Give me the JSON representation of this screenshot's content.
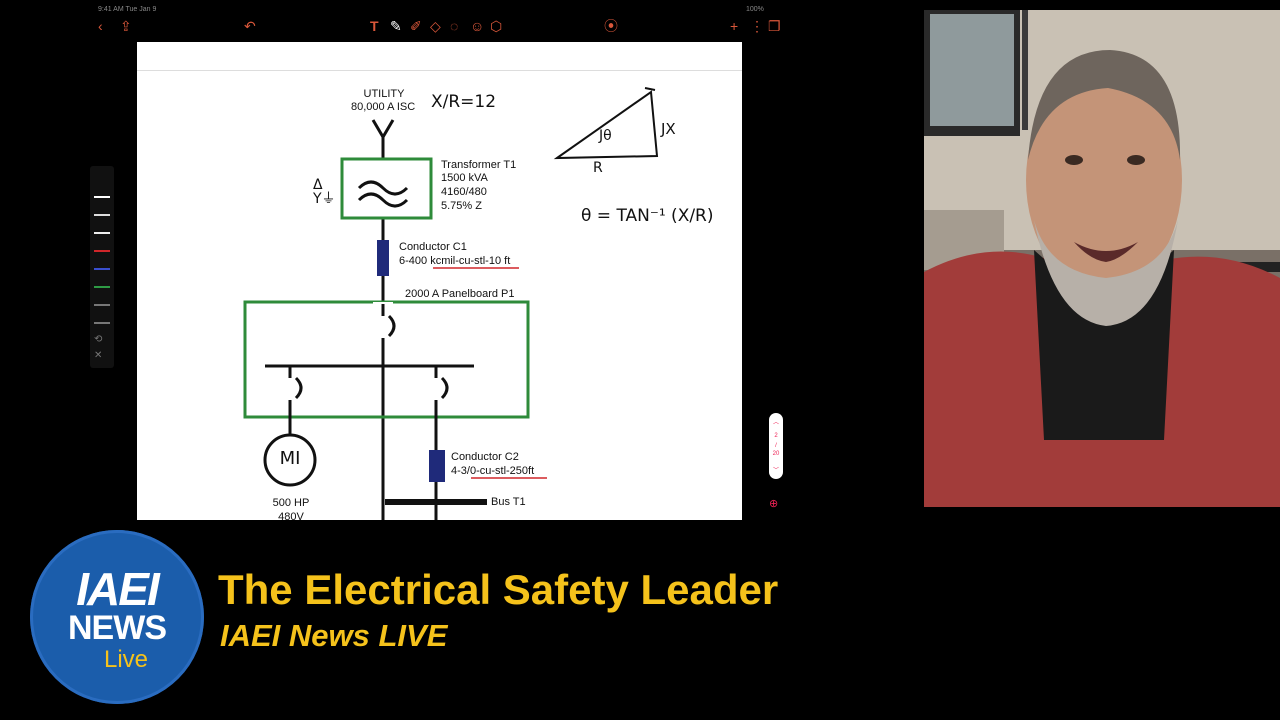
{
  "status_bar": {
    "time": "9:41 AM  Tue Jan 9",
    "battery": "100%"
  },
  "diagram": {
    "utility_title": "UTILITY",
    "utility_isc": "80,000 A ISC",
    "transformer": [
      "Transformer T1",
      "1500 kVA",
      "4160/480",
      "5.75% Z"
    ],
    "conductor_c1": [
      "Conductor C1",
      "6-400 kcmil-cu-stl-10 ft"
    ],
    "panelboard": "2000 A Panelboard P1",
    "motor_symbol": "MI",
    "motor_label": [
      "500 HP",
      "480V"
    ],
    "conductor_c2": [
      "Conductor C2",
      "4-3/0-cu-stl-250ft"
    ],
    "bus": "Bus T1"
  },
  "handwriting": {
    "xr_ratio": "X/R=12",
    "jx": "JX",
    "jtheta": "Jθ",
    "r": "R",
    "theta_formula": "θ = TAN⁻¹ (X/R)",
    "delta_wye": "Δ Y⏚"
  },
  "pager": {
    "current": "2",
    "total": "20"
  },
  "branding": {
    "logo_line1": "IAEI",
    "logo_line2": "NEWS",
    "logo_line3": "Live",
    "headline": "The Electrical Safety Leader",
    "subline": "IAEI News LIVE"
  },
  "colors": {
    "accent_yellow": "#f5c21b",
    "logo_blue": "#1b5dab",
    "box_green": "#2e8b3a",
    "conductor_navy": "#1f2a7a",
    "underline_red": "#d0262a"
  }
}
